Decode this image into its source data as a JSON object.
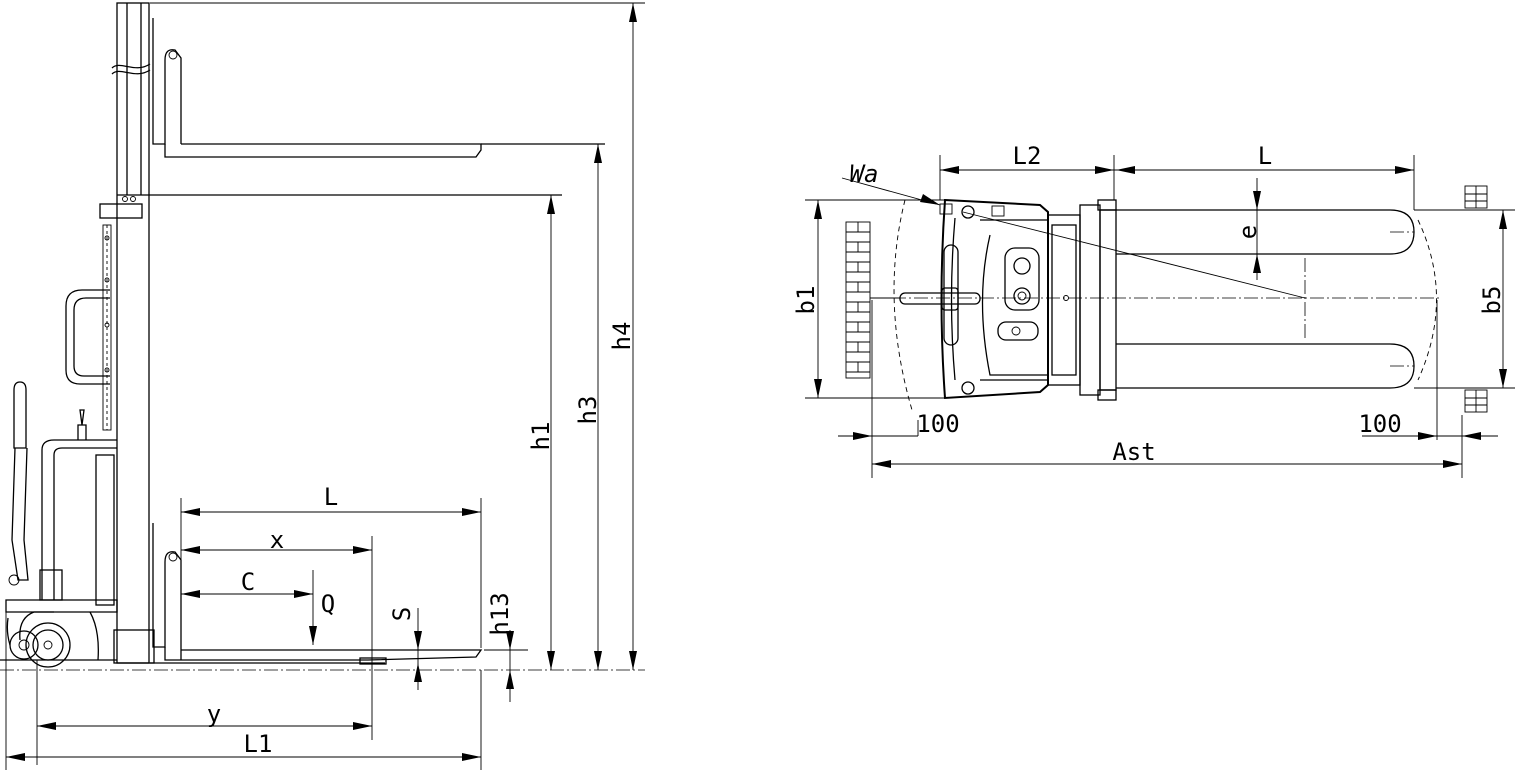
{
  "side_view": {
    "labels": {
      "L": "L",
      "x": "x",
      "C": "C",
      "Q": "Q",
      "S": "S",
      "h13": "h13",
      "h1": "h1",
      "h3": "h3",
      "h4": "h4",
      "y": "y",
      "L1": "L1"
    }
  },
  "top_view": {
    "labels": {
      "Wa": "Wa",
      "L2": "L2",
      "L": "L",
      "e": "e",
      "b1": "b1",
      "b5": "b5",
      "dim_100_left": "100",
      "dim_100_right": "100",
      "Ast": "Ast"
    }
  }
}
